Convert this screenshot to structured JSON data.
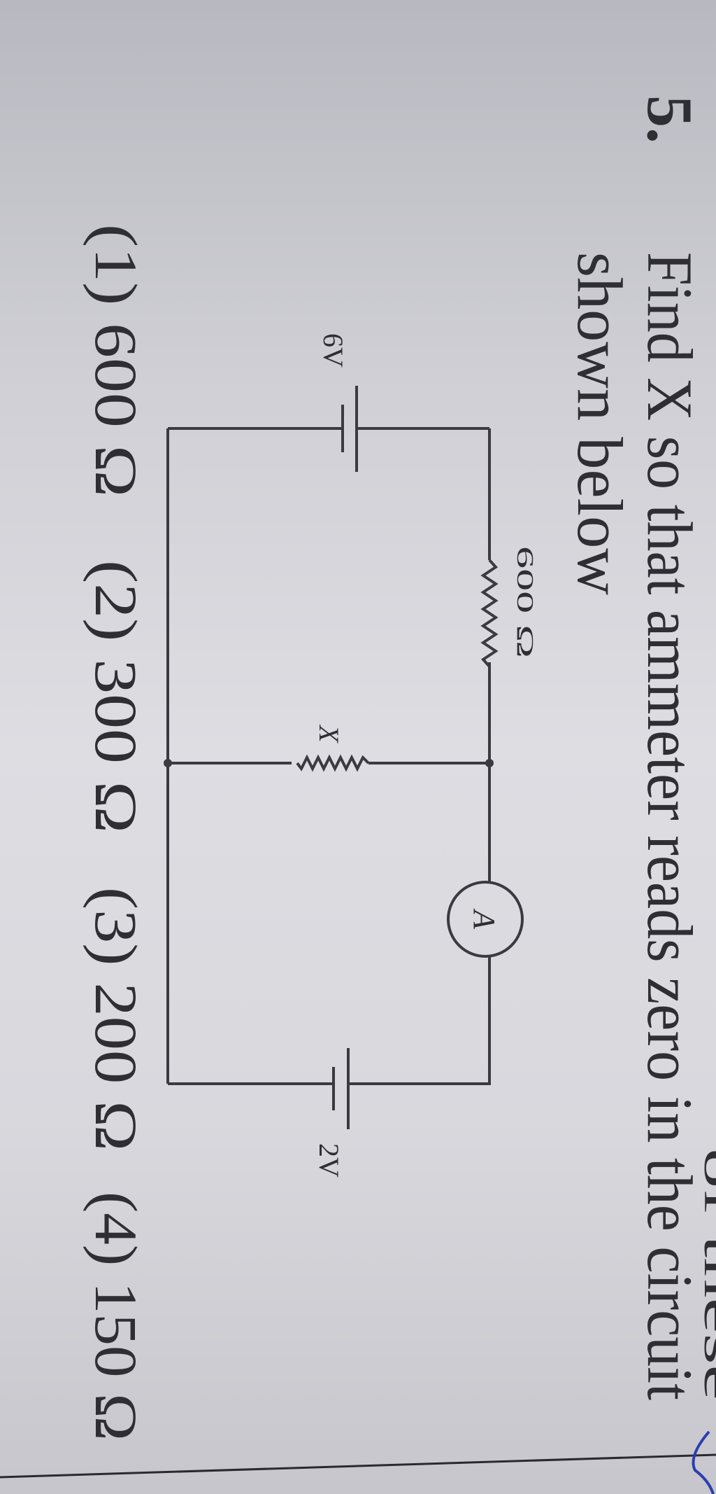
{
  "question": {
    "number": "5.",
    "line1": "Find X so that ammeter reads zero in the circuit",
    "line2": "shown below"
  },
  "circuit": {
    "battery_left_label": "6V",
    "battery_right_label": "2V",
    "resistor_label": "600 Ω",
    "unknown_resistor_label": "X",
    "ammeter_label": "A"
  },
  "options": [
    {
      "label": "(1) 600 Ω"
    },
    {
      "label": "(2) 300 Ω"
    },
    {
      "label": "(3) 200 Ω"
    },
    {
      "label": "(4) 150 Ω"
    }
  ],
  "cut_off_text": "of these",
  "colors": {
    "ink": "#2e2e33",
    "check_mark": "#2b3fb0"
  }
}
